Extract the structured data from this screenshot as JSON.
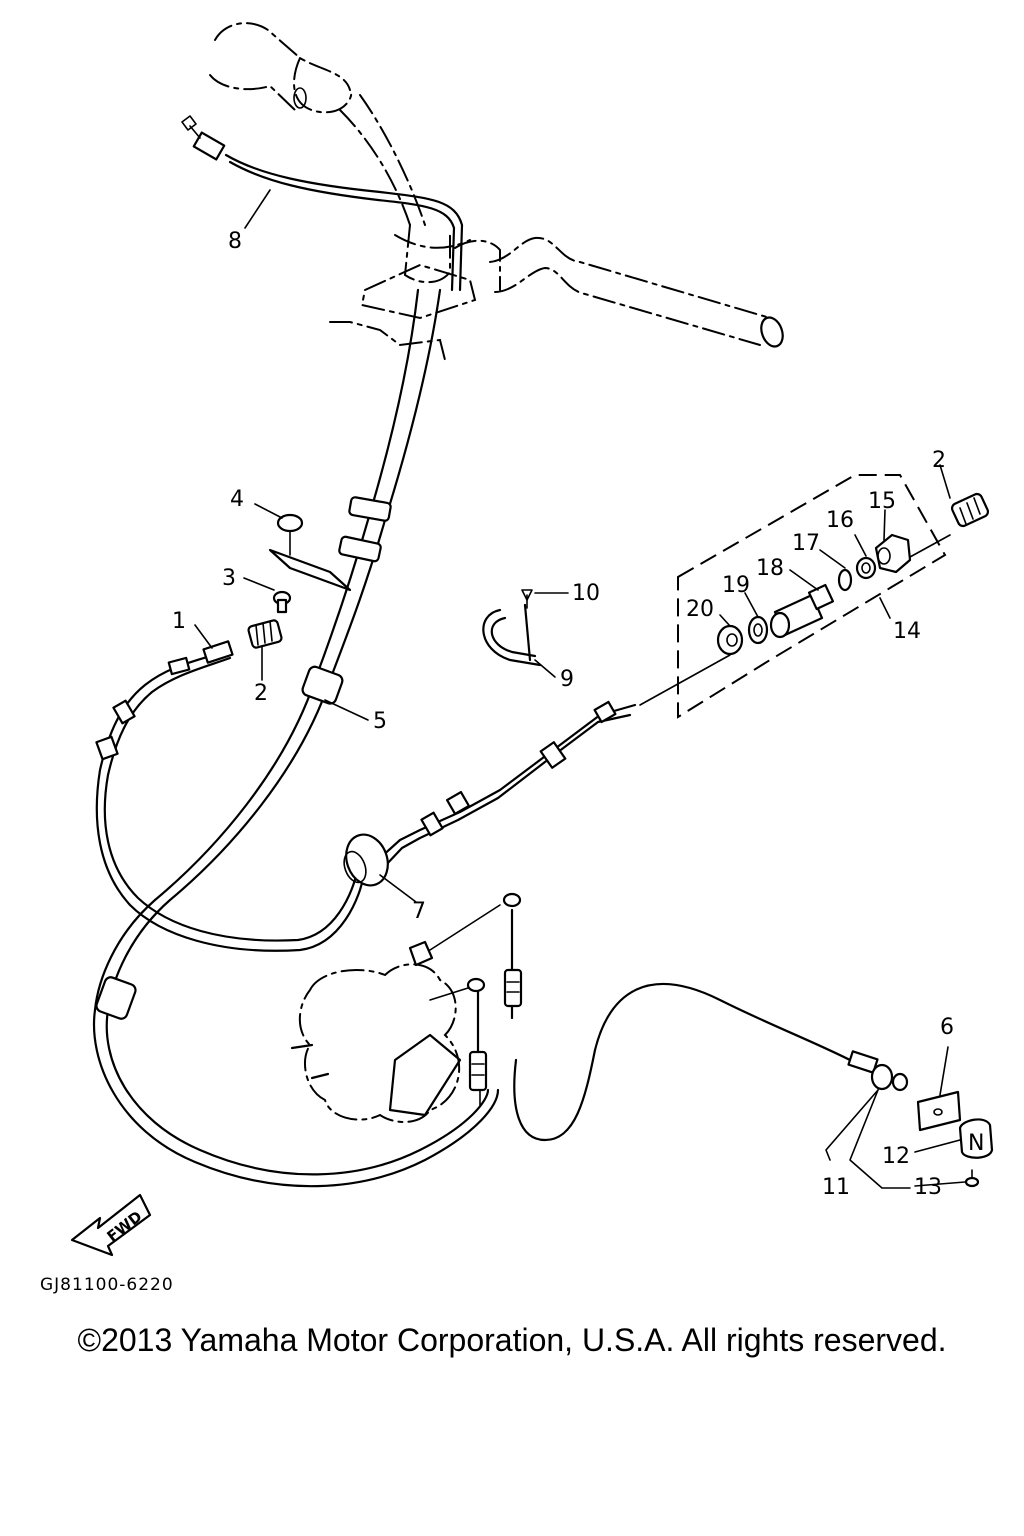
{
  "diagram": {
    "callouts": [
      {
        "id": "c1",
        "label": "1"
      },
      {
        "id": "c2a",
        "label": "2"
      },
      {
        "id": "c2b",
        "label": "2"
      },
      {
        "id": "c3",
        "label": "3"
      },
      {
        "id": "c4",
        "label": "4"
      },
      {
        "id": "c5",
        "label": "5"
      },
      {
        "id": "c6",
        "label": "6"
      },
      {
        "id": "c7",
        "label": "7"
      },
      {
        "id": "c8",
        "label": "8"
      },
      {
        "id": "c9",
        "label": "9"
      },
      {
        "id": "c10",
        "label": "10"
      },
      {
        "id": "c11",
        "label": "11"
      },
      {
        "id": "c12",
        "label": "12"
      },
      {
        "id": "c13",
        "label": "13"
      },
      {
        "id": "c14",
        "label": "14"
      },
      {
        "id": "c15",
        "label": "15"
      },
      {
        "id": "c16",
        "label": "16"
      },
      {
        "id": "c17",
        "label": "17"
      },
      {
        "id": "c18",
        "label": "18"
      },
      {
        "id": "c19",
        "label": "19"
      },
      {
        "id": "c20",
        "label": "20"
      }
    ],
    "fwd_label": "FWD",
    "drawing_code": "GJ81100-6220"
  },
  "footer": {
    "copyright": "©2013 Yamaha Motor Corporation, U.S.A. All rights reserved."
  }
}
